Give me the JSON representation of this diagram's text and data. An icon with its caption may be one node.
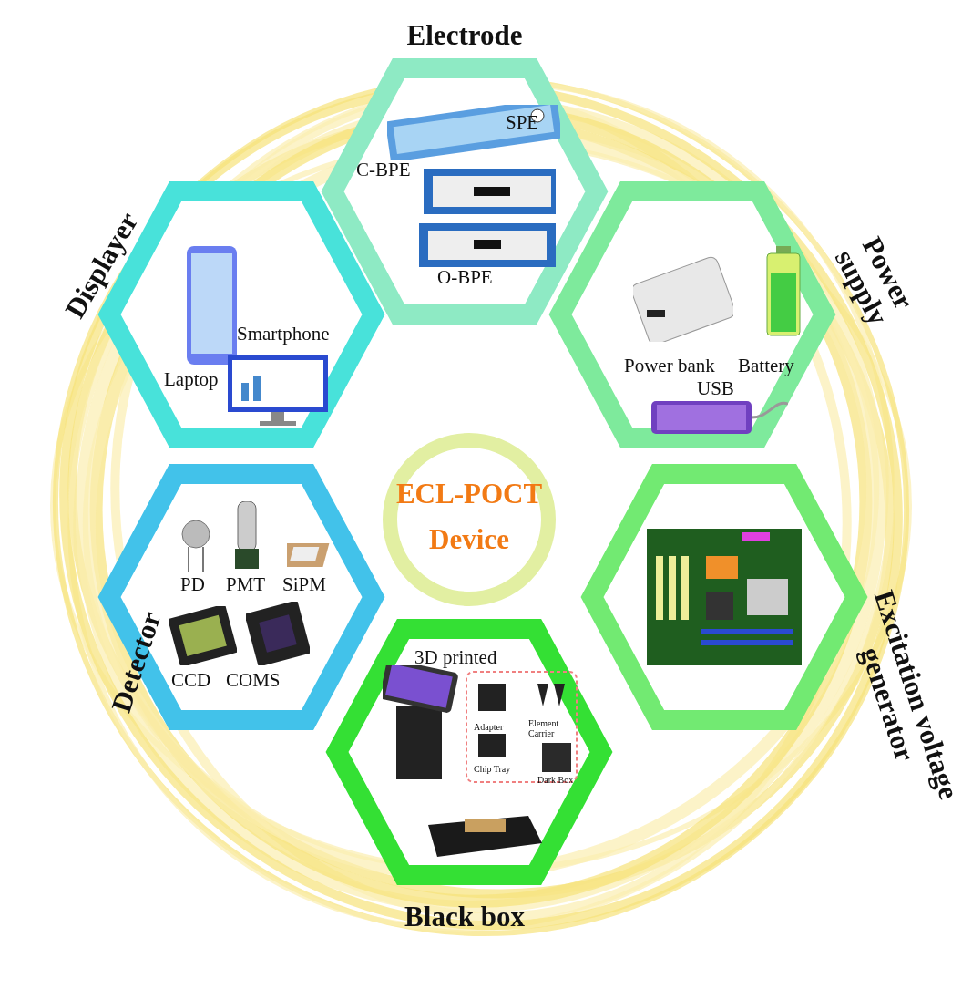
{
  "diagram": {
    "nodes": [
      {
        "text": [
          "ECL-POCT Device"
        ]
      },
      {
        "text": [
          "Electrode",
          "SPE",
          "C-BPE",
          "O-BPE"
        ]
      },
      {
        "text": [
          "Power supply",
          "Power bank",
          "Battery",
          "USB"
        ]
      },
      {
        "text": [
          "Excitation voltage generator"
        ]
      },
      {
        "text": [
          "Black box",
          "3D printed",
          "Adapter",
          "Element Carrier",
          "Chip Tray",
          "Dark Box"
        ]
      },
      {
        "text": [
          "Detector",
          "PD",
          "PMT",
          "SiPM",
          "CCD",
          "COMS"
        ]
      },
      {
        "text": [
          "Displayer",
          "Smartphone",
          "Laptop"
        ]
      }
    ]
  }
}
